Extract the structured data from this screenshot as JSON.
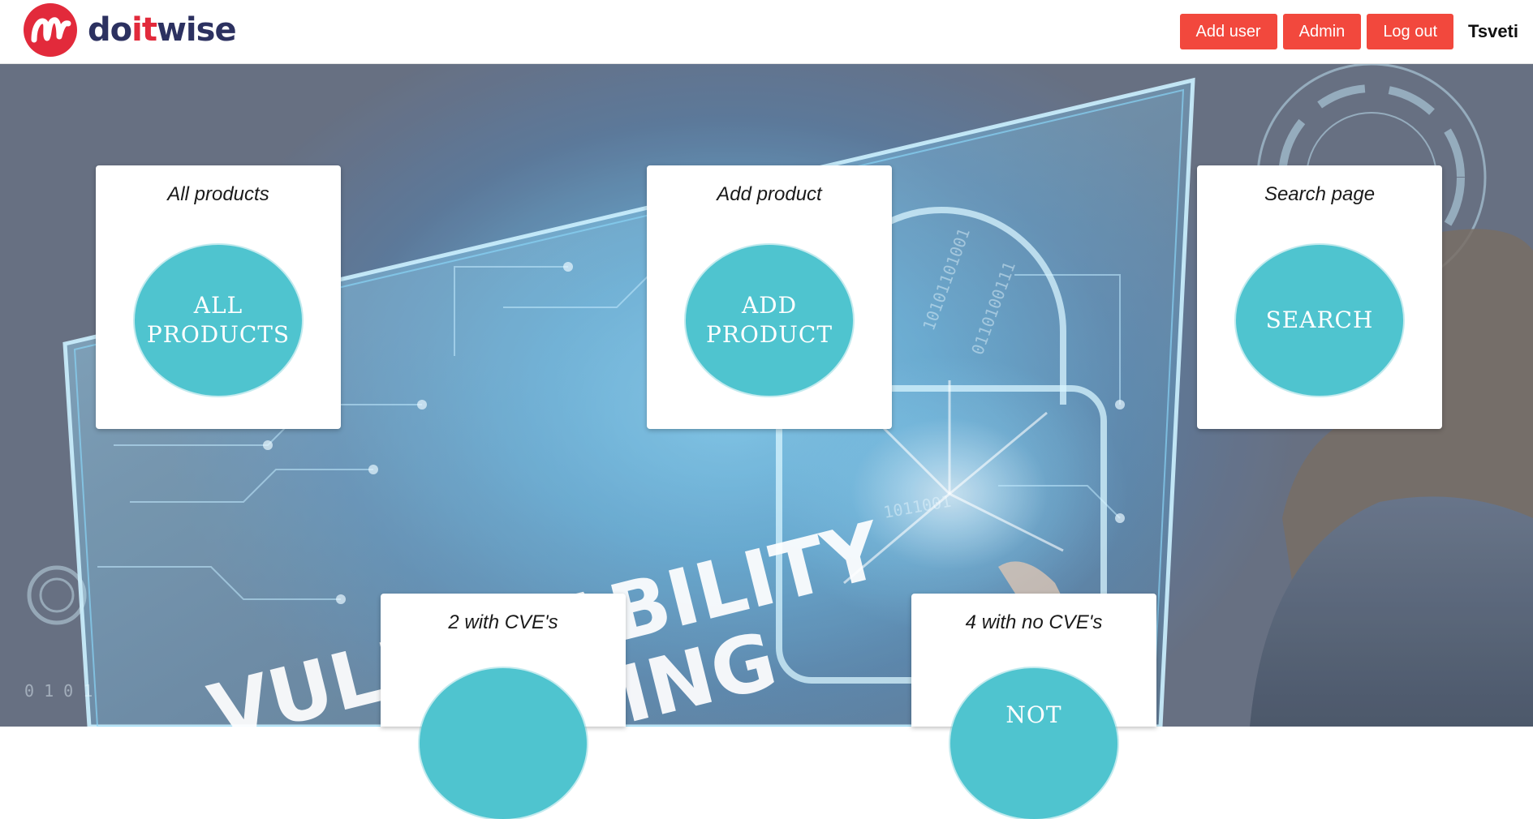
{
  "header": {
    "logo": {
      "prefix": "do",
      "accent": "it",
      "suffix": "wise",
      "mark_icon": "doitwise-logo-mark"
    },
    "nav": {
      "add_user_label": "Add user",
      "admin_label": "Admin",
      "logout_label": "Log out",
      "user_name": "Tsveti"
    }
  },
  "hero": {
    "background_text_1": "VULNERABILITY",
    "background_text_2": "SCANNING"
  },
  "cards": {
    "all_products": {
      "title": "All products",
      "button_text": "ALL\nPRODUCTS"
    },
    "add_product": {
      "title": "Add product",
      "button_text": "ADD\nPRODUCT"
    },
    "search": {
      "title": "Search page",
      "button_text": "SEARCH"
    },
    "with_cve": {
      "title": "2 with CVE's",
      "button_text": ""
    },
    "no_cve": {
      "title": "4 with no CVE's",
      "button_text": "NOT"
    }
  },
  "colors": {
    "accent_red": "#f2483d",
    "logo_red": "#e22a3b",
    "logo_navy": "#2c3160",
    "circle_teal": "#4fc4cf"
  }
}
